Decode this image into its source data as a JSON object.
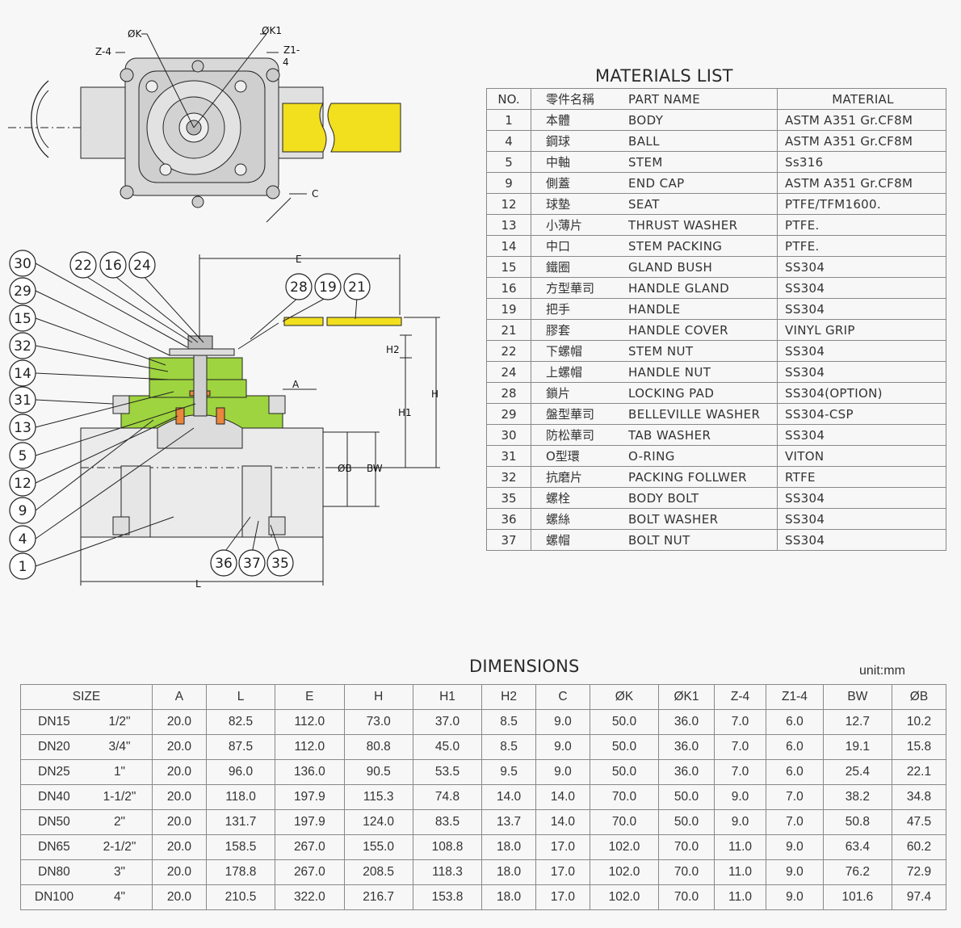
{
  "diagram": {
    "top_labels": [
      "ØK",
      "ØK1",
      "Z-4",
      "Z1-",
      "4",
      "C"
    ],
    "side_labels": [
      "E",
      "H2",
      "H",
      "H1",
      "A",
      "ØB",
      "BW",
      "L"
    ],
    "callouts_left": [
      "30",
      "29",
      "15",
      "32",
      "14",
      "31",
      "13",
      "5",
      "12",
      "9",
      "4",
      "1"
    ],
    "callouts_top": [
      "22",
      "16",
      "24"
    ],
    "callouts_handle": [
      "28",
      "19",
      "21"
    ],
    "callouts_bottom": [
      "36",
      "37",
      "35"
    ],
    "colors": {
      "body": "#9ed43f",
      "handle": "#f2df1e",
      "seat": "#e9873e",
      "steel": "#d9d9d9"
    }
  },
  "materials": {
    "title": "MATERIALS LIST",
    "headers": {
      "no": "NO.",
      "zh": "零件名稱",
      "en": "PART NAME",
      "material": "MATERIAL"
    },
    "rows": [
      {
        "no": "1",
        "zh": "本體",
        "en": "BODY",
        "material": "ASTM A351 Gr.CF8M"
      },
      {
        "no": "4",
        "zh": "鋼球",
        "en": "BALL",
        "material": "ASTM A351 Gr.CF8M"
      },
      {
        "no": "5",
        "zh": "中軸",
        "en": "STEM",
        "material": "Ss316"
      },
      {
        "no": "9",
        "zh": "側蓋",
        "en": "END CAP",
        "material": "ASTM A351 Gr.CF8M"
      },
      {
        "no": "12",
        "zh": "球墊",
        "en": "SEAT",
        "material": "PTFE/TFM1600."
      },
      {
        "no": "13",
        "zh": "小薄片",
        "en": "THRUST WASHER",
        "material": "PTFE."
      },
      {
        "no": "14",
        "zh": "中口",
        "en": "STEM PACKING",
        "material": "PTFE."
      },
      {
        "no": "15",
        "zh": "鐵圈",
        "en": "GLAND BUSH",
        "material": "SS304"
      },
      {
        "no": "16",
        "zh": "方型華司",
        "en": "HANDLE GLAND",
        "material": "SS304"
      },
      {
        "no": "19",
        "zh": "把手",
        "en": "HANDLE",
        "material": "SS304"
      },
      {
        "no": "21",
        "zh": "膠套",
        "en": "HANDLE COVER",
        "material": "VINYL GRIP"
      },
      {
        "no": "22",
        "zh": "下螺帽",
        "en": "STEM NUT",
        "material": "SS304"
      },
      {
        "no": "24",
        "zh": "上螺帽",
        "en": "HANDLE NUT",
        "material": "SS304"
      },
      {
        "no": "28",
        "zh": "鎖片",
        "en": "LOCKING PAD",
        "material": "SS304(OPTION)"
      },
      {
        "no": "29",
        "zh": "盤型華司",
        "en": "BELLEVILLE WASHER",
        "material": "SS304-CSP"
      },
      {
        "no": "30",
        "zh": "防松華司",
        "en": "TAB WASHER",
        "material": "SS304"
      },
      {
        "no": "31",
        "zh": "O型環",
        "en": "O-RING",
        "material": "VITON"
      },
      {
        "no": "32",
        "zh": "抗磨片",
        "en": "PACKING FOLLWER",
        "material": "RTFE"
      },
      {
        "no": "35",
        "zh": "螺栓",
        "en": "BODY BOLT",
        "material": "SS304"
      },
      {
        "no": "36",
        "zh": "螺絲",
        "en": "BOLT WASHER",
        "material": "SS304"
      },
      {
        "no": "37",
        "zh": "螺帽",
        "en": "BOLT NUT",
        "material": "SS304"
      }
    ]
  },
  "dimensions": {
    "title": "DIMENSIONS",
    "unit": "unit:mm",
    "headers": [
      "SIZE",
      "A",
      "L",
      "E",
      "H",
      "H1",
      "H2",
      "C",
      "ØK",
      "ØK1",
      "Z-4",
      "Z1-4",
      "BW",
      "ØB"
    ],
    "rows": [
      [
        "DN15",
        "1/2\"",
        "20.0",
        "82.5",
        "112.0",
        "73.0",
        "37.0",
        "8.5",
        "9.0",
        "50.0",
        "36.0",
        "7.0",
        "6.0",
        "12.7",
        "10.2"
      ],
      [
        "DN20",
        "3/4\"",
        "20.0",
        "87.5",
        "112.0",
        "80.8",
        "45.0",
        "8.5",
        "9.0",
        "50.0",
        "36.0",
        "7.0",
        "6.0",
        "19.1",
        "15.8"
      ],
      [
        "DN25",
        "1\"",
        "20.0",
        "96.0",
        "136.0",
        "90.5",
        "53.5",
        "9.5",
        "9.0",
        "50.0",
        "36.0",
        "7.0",
        "6.0",
        "25.4",
        "22.1"
      ],
      [
        "DN40",
        "1-1/2\"",
        "20.0",
        "118.0",
        "197.9",
        "115.3",
        "74.8",
        "14.0",
        "14.0",
        "70.0",
        "50.0",
        "9.0",
        "7.0",
        "38.2",
        "34.8"
      ],
      [
        "DN50",
        "2\"",
        "20.0",
        "131.7",
        "197.9",
        "124.0",
        "83.5",
        "13.7",
        "14.0",
        "70.0",
        "50.0",
        "9.0",
        "7.0",
        "50.8",
        "47.5"
      ],
      [
        "DN65",
        "2-1/2\"",
        "20.0",
        "158.5",
        "267.0",
        "155.0",
        "108.8",
        "18.0",
        "17.0",
        "102.0",
        "70.0",
        "11.0",
        "9.0",
        "63.4",
        "60.2"
      ],
      [
        "DN80",
        "3\"",
        "20.0",
        "178.8",
        "267.0",
        "208.5",
        "118.3",
        "18.0",
        "17.0",
        "102.0",
        "70.0",
        "11.0",
        "9.0",
        "76.2",
        "72.9"
      ],
      [
        "DN100",
        "4\"",
        "20.0",
        "210.5",
        "322.0",
        "216.7",
        "153.8",
        "18.0",
        "17.0",
        "102.0",
        "70.0",
        "11.0",
        "9.0",
        "101.6",
        "97.4"
      ]
    ]
  }
}
